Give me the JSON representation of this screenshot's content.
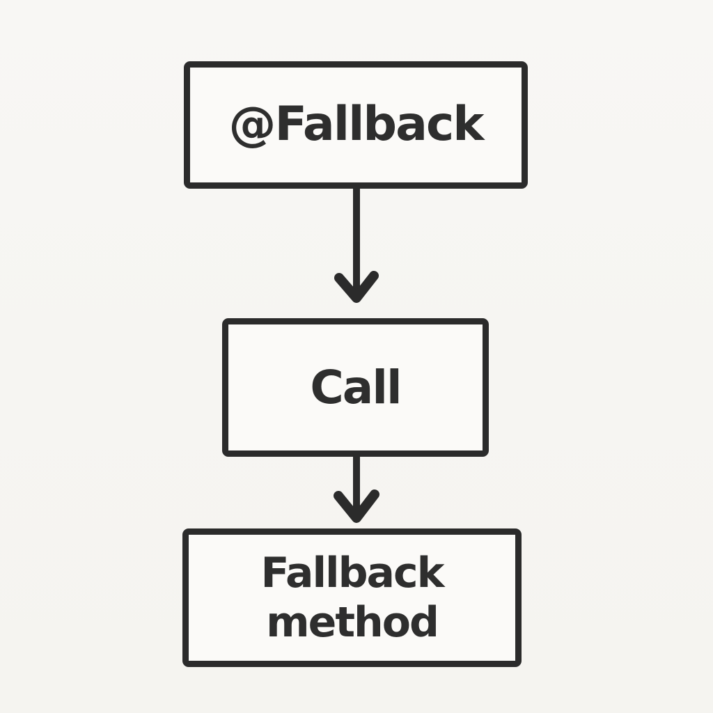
{
  "diagram": {
    "type": "flowchart",
    "ink_color": "#2b2b2b",
    "background_color": "#f6f5f2",
    "node_fill_color": "#fbfaf8",
    "nodes": [
      {
        "id": "fallback-annotation",
        "label": "@Fallback"
      },
      {
        "id": "call",
        "label": "Call"
      },
      {
        "id": "fallback-method",
        "label": "Fallback method"
      }
    ],
    "edges": [
      {
        "from": "fallback-annotation",
        "to": "call",
        "direction": "down",
        "style": "arrow"
      },
      {
        "from": "call",
        "to": "fallback-method",
        "direction": "down",
        "style": "arrow"
      }
    ]
  }
}
